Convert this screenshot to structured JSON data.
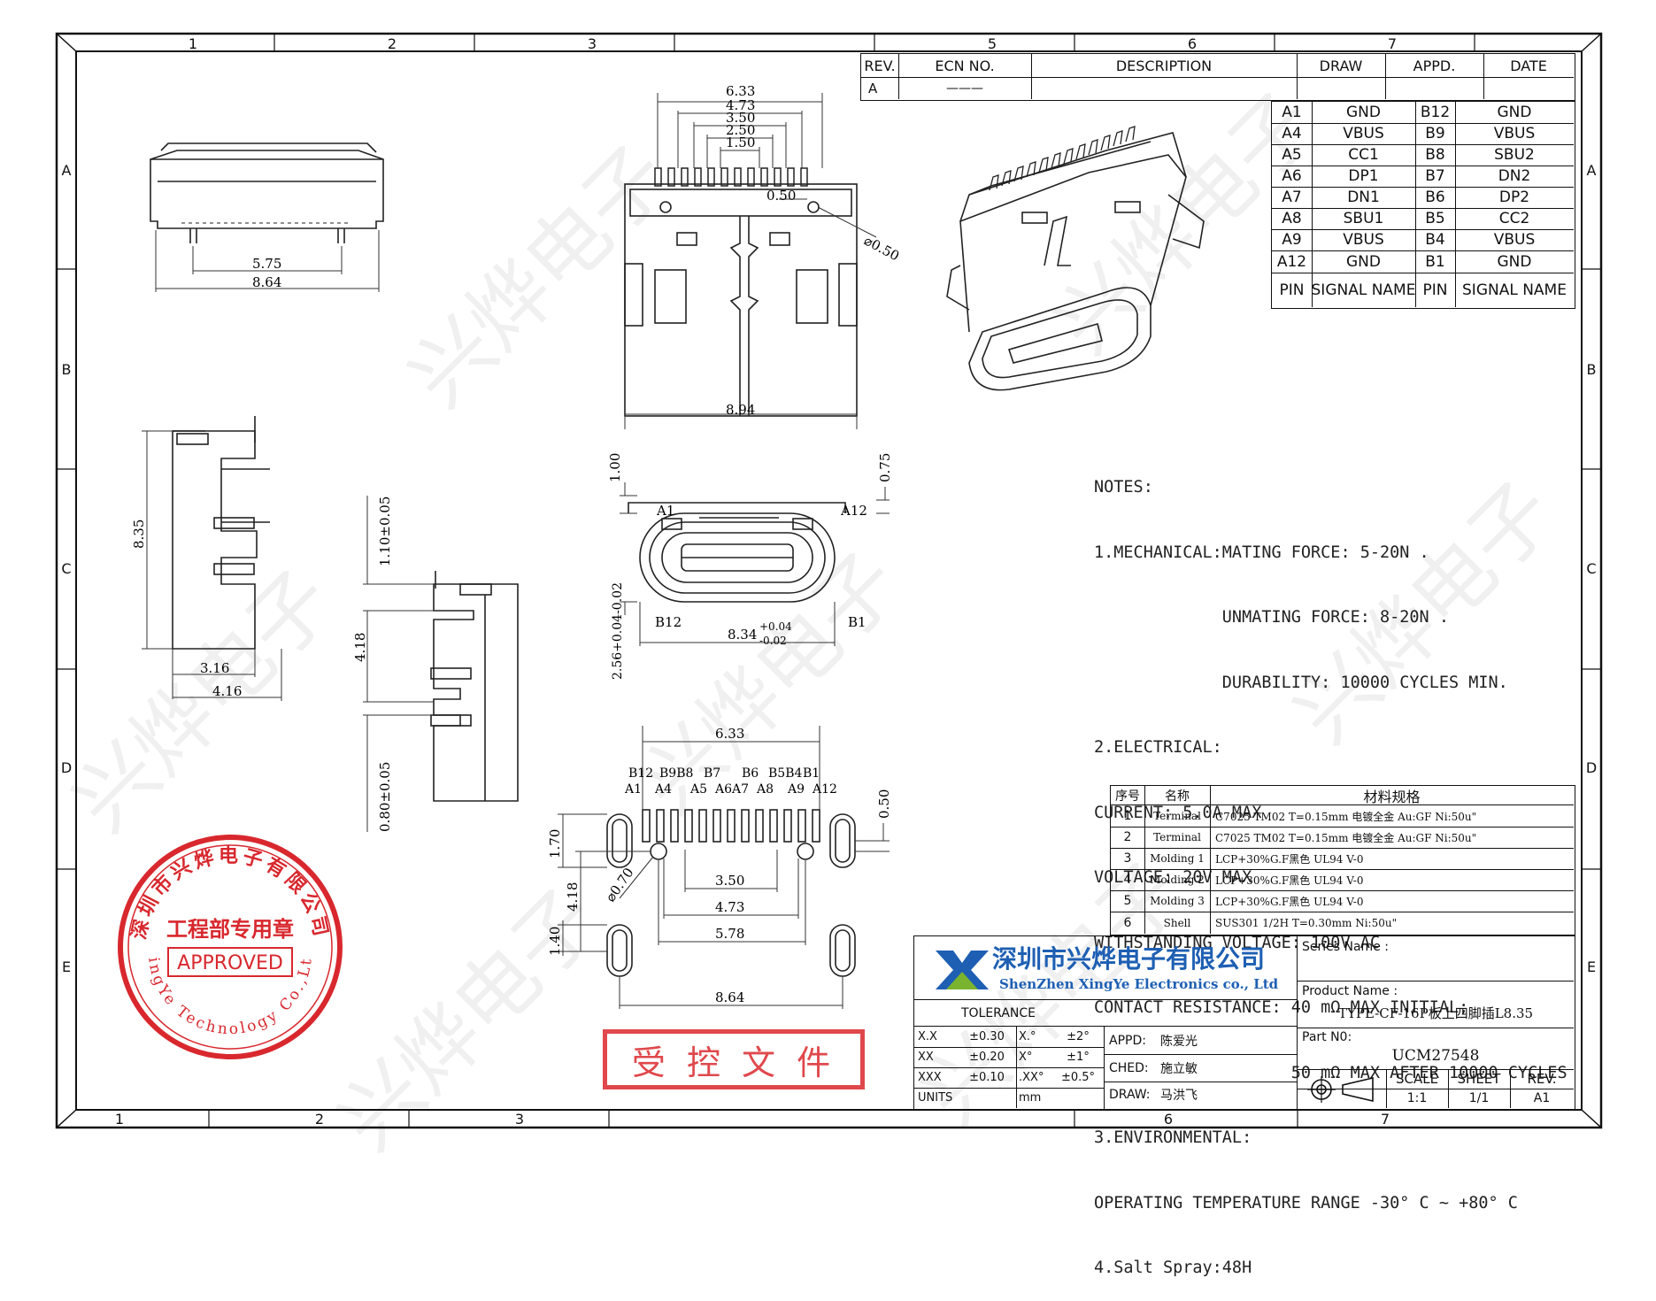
{
  "frame": {
    "col_labels": [
      "1",
      "2",
      "3",
      "5",
      "6",
      "7"
    ],
    "bottom_col_labels": [
      "1",
      "2",
      "3",
      "6",
      "7"
    ],
    "row_labels": [
      "A",
      "B",
      "C",
      "D",
      "E"
    ]
  },
  "revision_table": {
    "headers": [
      "REV.",
      "ECN NO.",
      "DESCRIPTION",
      "DRAW",
      "APPD.",
      "DATE"
    ],
    "row": [
      "A",
      "———",
      "",
      "",
      "",
      ""
    ]
  },
  "pin_table": {
    "rows": [
      [
        "A1",
        "GND",
        "B12",
        "GND"
      ],
      [
        "A4",
        "VBUS",
        "B9",
        "VBUS"
      ],
      [
        "A5",
        "CC1",
        "B8",
        "SBU2"
      ],
      [
        "A6",
        "DP1",
        "B7",
        "DN2"
      ],
      [
        "A7",
        "DN1",
        "B6",
        "DP2"
      ],
      [
        "A8",
        "SBU1",
        "B5",
        "CC2"
      ],
      [
        "A9",
        "VBUS",
        "B4",
        "VBUS"
      ],
      [
        "A12",
        "GND",
        "B1",
        "GND"
      ]
    ],
    "footer": [
      "PIN",
      "SIGNAL NAME",
      "PIN",
      "SIGNAL NAME"
    ]
  },
  "notes": {
    "lines": [
      "NOTES:",
      "1.MECHANICAL:MATING FORCE: 5-20N .",
      "             UNMATING FORCE: 8-20N .",
      "             DURABILITY: 10000 CYCLES MIN.",
      "2.ELECTRICAL:",
      "CURRENT: 5.0A MAX",
      "VOLTAGE: 20V MAX",
      "WITHSTANDING VOLTAGE: 100V AC",
      "CONTACT RESISTANCE: 40 mΩ MAX INITIAL;",
      "                    50 mΩ MAX AFTER 10000 CYCLES",
      "3.ENVIRONMENTAL:",
      "OPERATING TEMPERATURE RANGE -30° C ~ +80° C",
      "4.Salt Spray:48H"
    ]
  },
  "bom": {
    "headers": [
      "序号",
      "名称",
      "材料规格"
    ],
    "rows": [
      [
        "1",
        "Terminal",
        "C7025 TM02 T=0.15mm  电镀全金 Au:GF   Ni:50u\""
      ],
      [
        "2",
        "Terminal",
        "C7025 TM02 T=0.15mm  电镀全金 Au:GF   Ni:50u\""
      ],
      [
        "3",
        "Molding 1",
        "LCP+30%G.F黑色   UL94 V-0"
      ],
      [
        "4",
        "Molding 2",
        "LCP+30%G.F黑色   UL94 V-0"
      ],
      [
        "5",
        "Molding 3",
        "LCP+30%G.F黑色   UL94 V-0"
      ],
      [
        "6",
        "Shell",
        "SUS301 1/2H T=0.30mm  Ni:50u\""
      ]
    ]
  },
  "title_block": {
    "company_cn": "深圳市兴烨电子有限公司",
    "company_en": "ShenZhen XingYe Electronics co., Ltd",
    "tolerance_label": "TOLERANCE",
    "tolerance_rows": [
      [
        "X.X",
        "±0.30",
        "X.°",
        "±2°"
      ],
      [
        "XX",
        "±0.20",
        "X°",
        "±1°"
      ],
      [
        "XXX",
        "±0.10",
        ".XX°",
        "±0.5°"
      ]
    ],
    "units_label": "UNITS",
    "units_value": "mm",
    "appd_label": "APPD:",
    "appd_name": "陈爱光",
    "ched_label": "CHED:",
    "ched_name": "施立敏",
    "draw_label": "DRAW:",
    "draw_name": "马洪飞",
    "series_label": "Series Name :",
    "product_label": "Product Name :",
    "product_name": "TYPE-CF-16P板上四脚插L8.35",
    "part_label": "Part N0:",
    "part_no": "UCM27548",
    "scale_label": "SCALE",
    "scale_value": "1:1",
    "sheet_label": "SHEET",
    "sheet_value": "1/1",
    "rev_label": "REV.",
    "rev_value": "A1"
  },
  "stamps": {
    "seal_top": "深圳市兴烨电子有限公司",
    "seal_mid": "工程部专用章",
    "seal_approved": "APPROVED",
    "seal_bottom": "XingYe Technology Co.,Ltd",
    "controlled": "受 控 文 件"
  },
  "watermark": "兴烨电子",
  "dims": {
    "front_top": [
      "6.33",
      "4.73",
      "3.50",
      "2.50",
      "1.50",
      "0.50",
      "⌀0.50",
      "8.94"
    ],
    "side_top": [
      "5.75",
      "8.64"
    ],
    "side_left": [
      "8.35",
      "3.16",
      "4.16"
    ],
    "side_small": [
      "1.10±0.05",
      "4.18",
      "0.80±0.05"
    ],
    "mouth": [
      "1.00",
      "0.75",
      "A1",
      "A12",
      "B12",
      "B1",
      "8.34",
      "+0.04",
      "-0.02",
      "2.56+0.04-0.02"
    ],
    "footprint_pins_top": [
      "B12",
      "B9B8",
      "B7",
      "B6",
      "B5B4",
      "B1"
    ],
    "footprint_pins_bottom": [
      "A1",
      "A4",
      "A5",
      "A6A7",
      "A8",
      "A9",
      "A12"
    ],
    "footprint": [
      "6.33",
      "0.50",
      "1.70",
      "⌀0.70",
      "3.50",
      "4.18",
      "4.73",
      "5.78",
      "1.40",
      "8.64"
    ]
  }
}
